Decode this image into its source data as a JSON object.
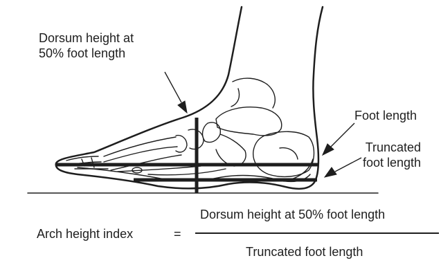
{
  "labels": {
    "dorsum_height": "Dorsum height at\n50% foot length",
    "foot_length": "Foot length",
    "truncated_foot_length": "Truncated\nfoot length"
  },
  "formula": {
    "lhs": "Arch height index",
    "equals": "=",
    "numerator": "Dorsum height at 50% foot length",
    "denominator": "Truncated foot length"
  },
  "colors": {
    "ink": "#1e1e1e",
    "background": "#ffffff"
  }
}
